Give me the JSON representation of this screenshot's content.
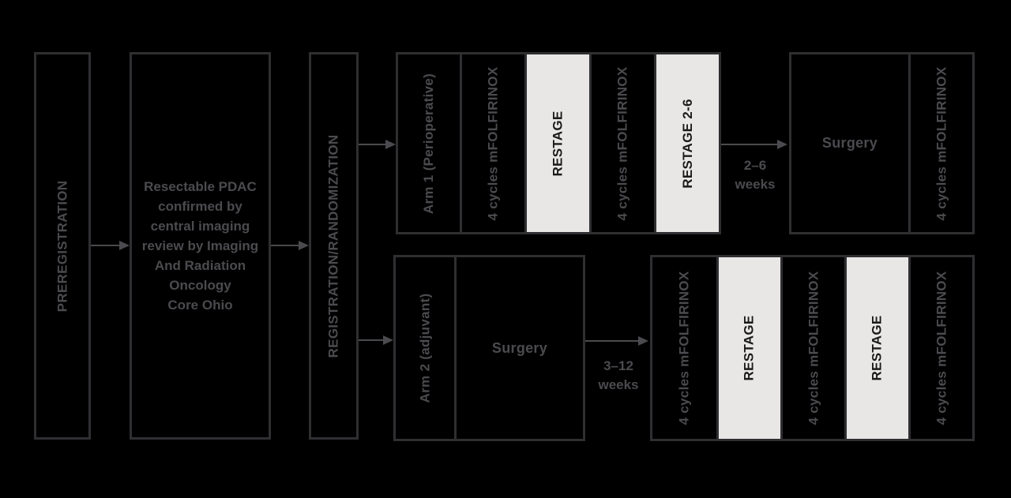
{
  "figure": {
    "type": "clinical-trial-schema",
    "colors": {
      "background": "#000000",
      "box_border": "#2f2e31",
      "box_fill": "#000000",
      "highlight_fill": "#e8e7e6",
      "gray_text": "#4b4a4e",
      "highlight_text": "#1a1a1a",
      "arrow": "#4b4a4e"
    }
  },
  "preregistration": {
    "label": "PREREGISTRATION"
  },
  "eligibility": {
    "lines": [
      "Resectable PDAC",
      "confirmed by",
      "central imaging",
      "review by Imaging",
      "And Radiation",
      "Oncology",
      "Core Ohio"
    ]
  },
  "registration": {
    "label": "REGISTRATION/RANDOMIZATION"
  },
  "arm1": {
    "segments": [
      {
        "label": "Arm 1 (Perioperative)",
        "light": false
      },
      {
        "label": "4 cycles mFOLFIRINOX",
        "light": false
      },
      {
        "label": "RESTAGE",
        "light": true
      },
      {
        "label": "4 cycles mFOLFIRINOX",
        "light": false
      },
      {
        "label": "RESTAGE 2-6",
        "light": true
      }
    ],
    "interval_lines": [
      "2–6",
      "weeks"
    ],
    "surgery_label": "Surgery",
    "post_surgery_label": "4 cycles mFOLFIRINOX"
  },
  "arm2": {
    "arm_label": "Arm 2 (adjuvant)",
    "surgery_label": "Surgery",
    "interval_lines": [
      "3–12",
      "weeks"
    ],
    "segments": [
      {
        "label": "4 cycles mFOLFIRINOX",
        "light": false
      },
      {
        "label": "RESTAGE",
        "light": true
      },
      {
        "label": "4 cycles mFOLFIRINOX",
        "light": false
      },
      {
        "label": "RESTAGE",
        "light": true
      },
      {
        "label": "4 cycles mFOLFIRINOX",
        "light": false
      }
    ]
  }
}
